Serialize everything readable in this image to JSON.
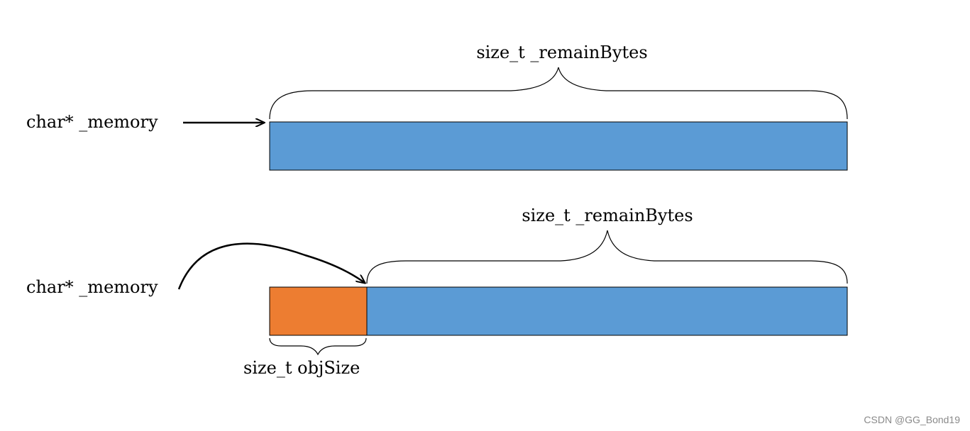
{
  "diagram": {
    "top": {
      "pointer_label": "char* _memory",
      "remain_label": "size_t _remainBytes"
    },
    "bottom": {
      "pointer_label": "char* _memory",
      "remain_label": "size_t _remainBytes",
      "obj_label": "size_t objSize"
    }
  },
  "colors": {
    "free_block": "#5b9bd5",
    "allocated_block": "#ed7d31",
    "line": "#000000"
  },
  "watermark": "CSDN @GG_Bond19"
}
